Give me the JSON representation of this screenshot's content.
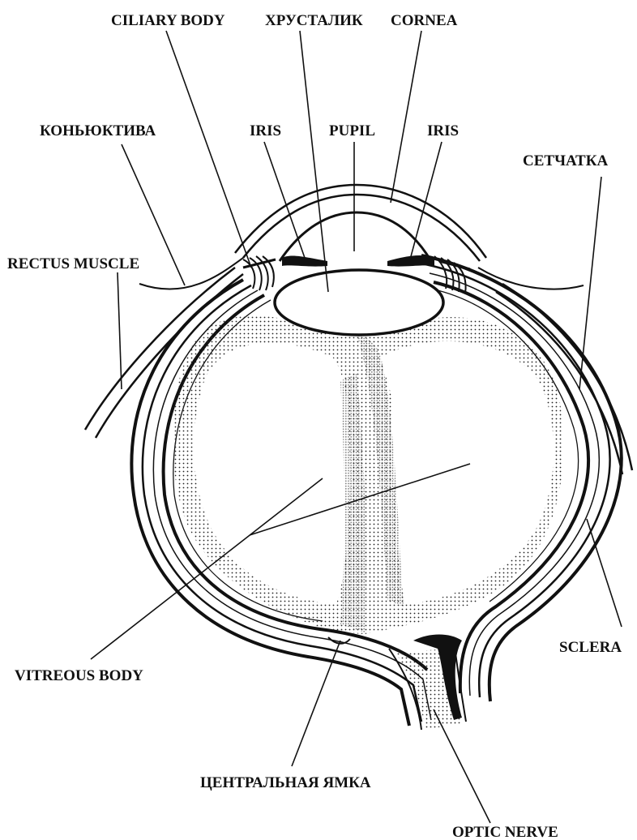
{
  "labels": {
    "ciliary_body": "CILIARY BODY",
    "lens": "ХРУСТАЛИК",
    "cornea": "CORNEA",
    "conjunctiva": "КОНЬЮКТИВА",
    "iris_left": "IRIS",
    "pupil": "PUPIL",
    "iris_right": "IRIS",
    "retina": "СЕТЧАТКА",
    "rectus_muscle": "RECTUS MUSCLE",
    "sclera": "SCLERA",
    "vitreous_body": "VITREOUS BODY",
    "fovea": "ЦЕНТРАЛЬНАЯ ЯМКА",
    "optic_nerve": "OPTIC NERVE"
  },
  "colors": {
    "ink": "#111111",
    "background": "#ffffff"
  }
}
